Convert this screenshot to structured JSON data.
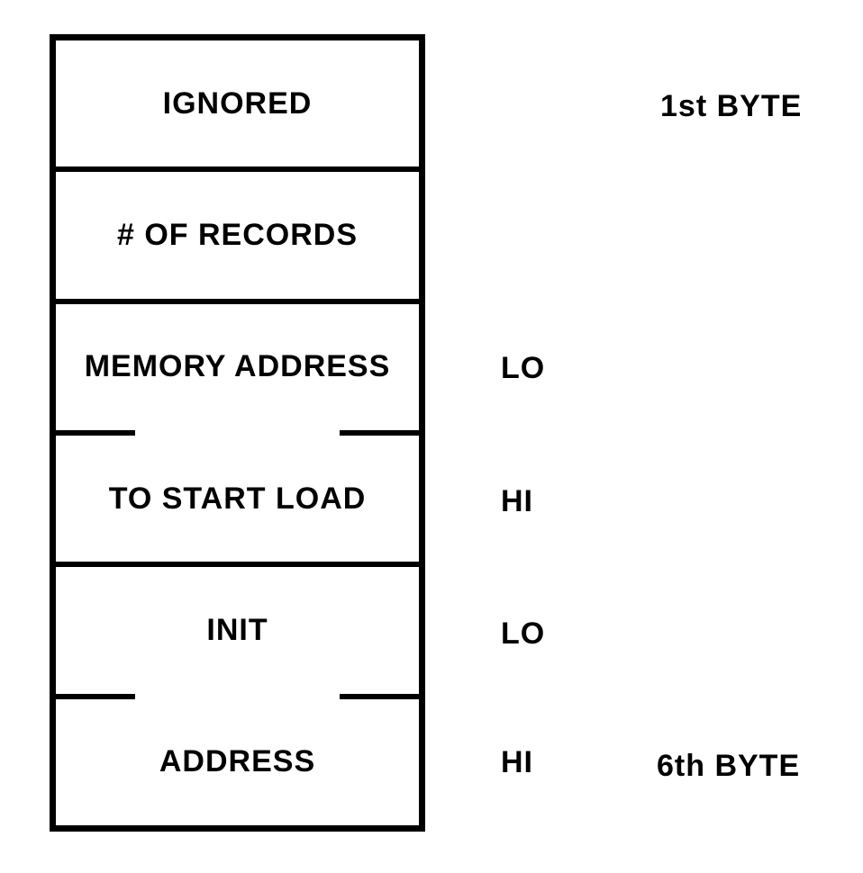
{
  "diagram": {
    "description": "Tape record byte layout diagram",
    "colors": {
      "ink": "#000000",
      "background": "#ffffff"
    },
    "box": {
      "rows": [
        {
          "label": "IGNORED",
          "side_label": "",
          "byte_marker": "1st BYTE",
          "divider_below": "full"
        },
        {
          "label": "# OF RECORDS",
          "side_label": "",
          "byte_marker": "",
          "divider_below": "full"
        },
        {
          "label": "MEMORY ADDRESS",
          "side_label": "LO",
          "byte_marker": "",
          "divider_below": "partial"
        },
        {
          "label": "TO START LOAD",
          "side_label": "HI",
          "byte_marker": "",
          "divider_below": "full"
        },
        {
          "label": "INIT",
          "side_label": "LO",
          "byte_marker": "",
          "divider_below": "partial"
        },
        {
          "label": "ADDRESS",
          "side_label": "HI",
          "byte_marker": "6th BYTE",
          "divider_below": "none"
        }
      ]
    }
  }
}
